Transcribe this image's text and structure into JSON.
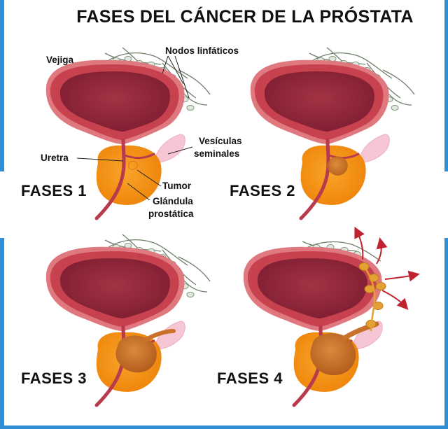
{
  "title": "FASES DEL CÁNCER DE LA PRÓSTATA",
  "phases": [
    {
      "label": "FASES 1",
      "stage": 1
    },
    {
      "label": "FASES 2",
      "stage": 2
    },
    {
      "label": "FASES 3",
      "stage": 3
    },
    {
      "label": "FASES 4",
      "stage": 4
    }
  ],
  "annotations": {
    "bladder": "Vejiga",
    "lymph_nodes": "Nodos linfáticos",
    "seminal_1": "Vesículas",
    "seminal_2": "seminales",
    "urethra": "Uretra",
    "tumor": "Tumor",
    "gland_1": "Glándula",
    "gland_2": "prostática"
  },
  "colors": {
    "border": "#2e8fd6",
    "bladder_outer": "#e07880",
    "bladder_wall": "#c8414e",
    "bladder_inner": "#8e2336",
    "prostate": "#f58e0f",
    "tumor": "#c9702a",
    "seminal": "#f7c6d4",
    "urethra": "#b83a4d",
    "arrows": "#c0232f",
    "nodes": "#dfe8dc"
  }
}
